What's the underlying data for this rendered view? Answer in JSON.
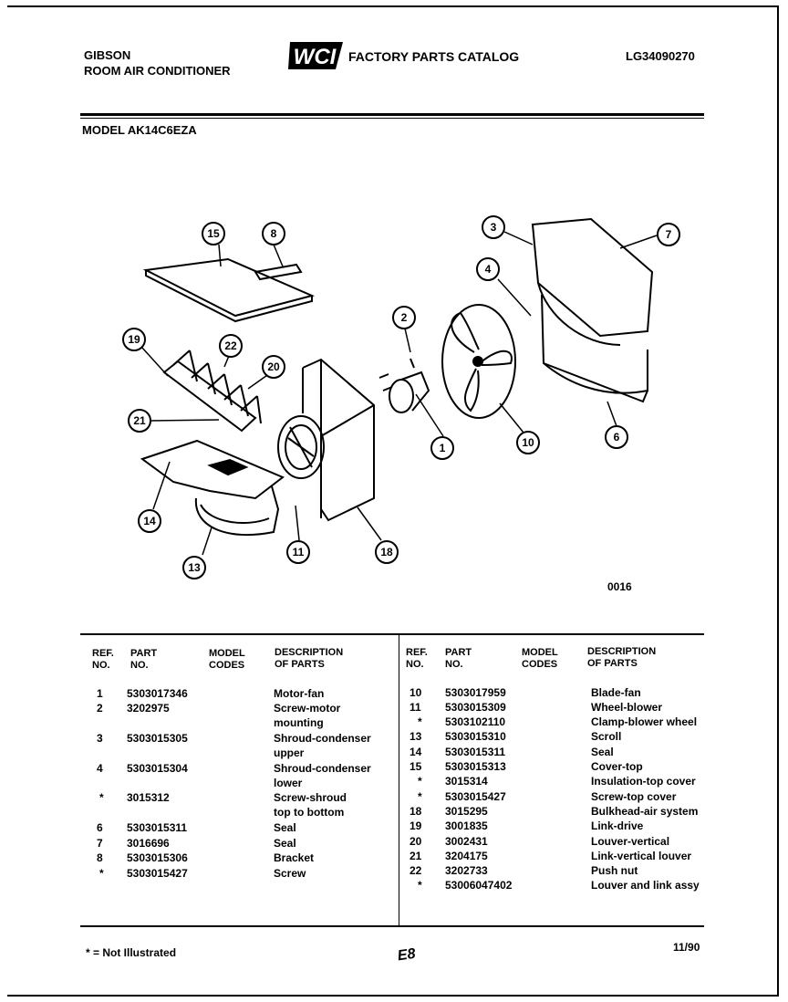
{
  "header": {
    "brand": "GIBSON",
    "product": "ROOM AIR CONDITIONER",
    "logo": "WCI",
    "catalog_title": "FACTORY PARTS CATALOG",
    "catalog_number": "LG34090270",
    "model": "MODEL AK14C6EZA"
  },
  "diagram": {
    "figure_code": "0016",
    "callouts": [
      "15",
      "8",
      "19",
      "22",
      "20",
      "21",
      "14",
      "13",
      "11",
      "18",
      "2",
      "1",
      "10",
      "3",
      "7",
      "4",
      "6"
    ]
  },
  "table": {
    "headers": {
      "ref": [
        "REF.",
        "NO."
      ],
      "part": [
        "PART",
        "NO."
      ],
      "model": [
        "MODEL",
        "CODES"
      ],
      "desc": [
        "DESCRIPTION",
        "OF PARTS"
      ]
    },
    "left_rows": [
      {
        "ref": "1",
        "part": "5303017346",
        "desc": [
          "Motor-fan"
        ]
      },
      {
        "ref": "2",
        "part": "3202975",
        "desc": [
          "Screw-motor",
          "mounting"
        ]
      },
      {
        "ref": "3",
        "part": "5303015305",
        "desc": [
          "Shroud-condenser",
          "upper"
        ]
      },
      {
        "ref": "4",
        "part": "5303015304",
        "desc": [
          "Shroud-condenser",
          "lower"
        ]
      },
      {
        "ref": "*",
        "part": "3015312",
        "desc": [
          "Screw-shroud",
          "top to bottom"
        ]
      },
      {
        "ref": "6",
        "part": "5303015311",
        "desc": [
          "Seal"
        ]
      },
      {
        "ref": "7",
        "part": "3016696",
        "desc": [
          "Seal"
        ]
      },
      {
        "ref": "8",
        "part": "5303015306",
        "desc": [
          "Bracket"
        ]
      },
      {
        "ref": "*",
        "part": "5303015427",
        "desc": [
          "Screw"
        ]
      }
    ],
    "right_rows": [
      {
        "ref": "10",
        "part": "5303017959",
        "desc": "Blade-fan"
      },
      {
        "ref": "11",
        "part": "5303015309",
        "desc": "Wheel-blower"
      },
      {
        "ref": "*",
        "part": "5303102110",
        "desc": "Clamp-blower wheel"
      },
      {
        "ref": "13",
        "part": "5303015310",
        "desc": "Scroll"
      },
      {
        "ref": "14",
        "part": "5303015311",
        "desc": "Seal"
      },
      {
        "ref": "15",
        "part": "5303015313",
        "desc": "Cover-top"
      },
      {
        "ref": "*",
        "part": "3015314",
        "desc": "Insulation-top cover"
      },
      {
        "ref": "*",
        "part": "5303015427",
        "desc": "Screw-top cover"
      },
      {
        "ref": "18",
        "part": "3015295",
        "desc": "Bulkhead-air system"
      },
      {
        "ref": "19",
        "part": "3001835",
        "desc": "Link-drive"
      },
      {
        "ref": "20",
        "part": "3002431",
        "desc": "Louver-vertical"
      },
      {
        "ref": "21",
        "part": "3204175",
        "desc": "Link-vertical louver"
      },
      {
        "ref": "22",
        "part": "3202733",
        "desc": "Push nut"
      },
      {
        "ref": "*",
        "part": "53006047402",
        "desc": "Louver and link assy"
      }
    ]
  },
  "footer": {
    "note": "* = Not Illustrated",
    "page": "E8",
    "date": "11/90"
  }
}
